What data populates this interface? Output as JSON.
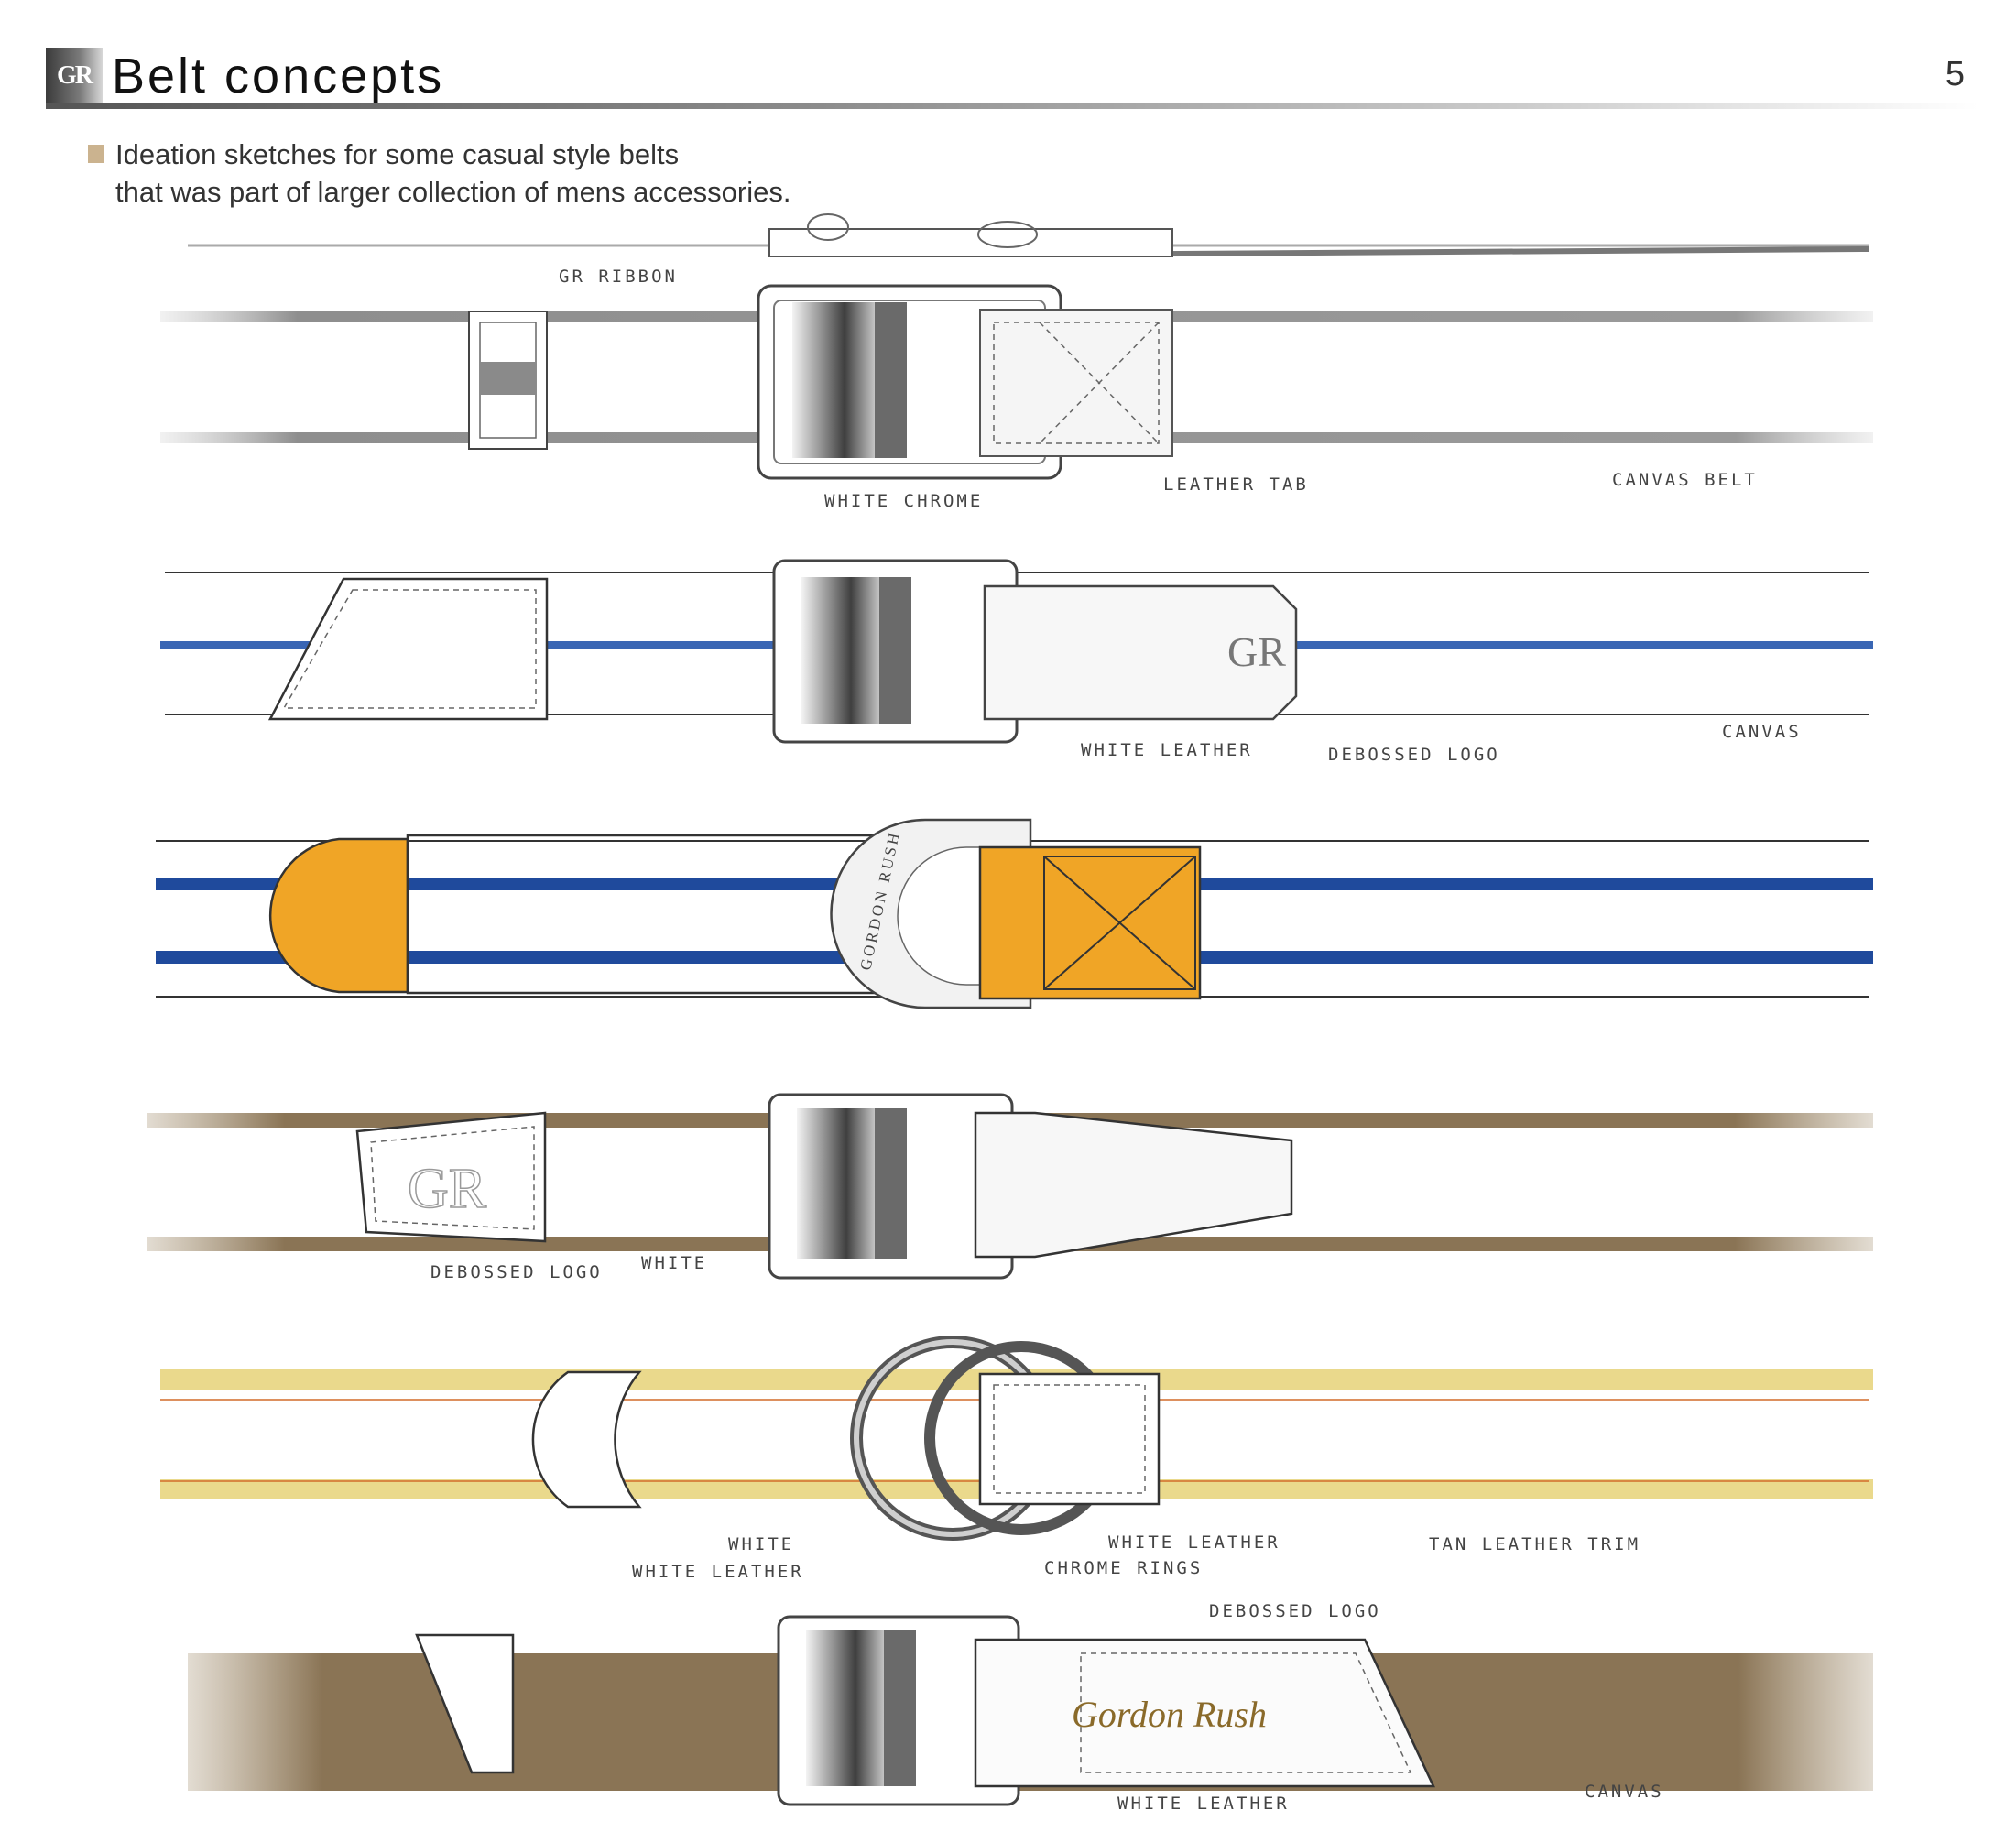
{
  "header": {
    "logo_text": "GR",
    "title": "Belt concepts",
    "page_number": "5"
  },
  "caption": {
    "line1": "Ideation sketches for some casual style belts",
    "line2": "that was part of larger collection of mens accessories."
  },
  "colors": {
    "grey_pencil": "#8a8a8a",
    "blue_stripe": "#3a66b4",
    "navy_stripe": "#1f4a9c",
    "orange_leather": "#f0a526",
    "brown_canvas": "#8a7455",
    "tan_trim": "#e9d98a",
    "chrome": "#9a9a9a"
  },
  "belts": [
    {
      "labels": [
        "GR RIBBON",
        "WHITE CHROME",
        "LEATHER TAB",
        "CANVAS BELT"
      ]
    },
    {
      "labels": [
        "WHITE LEATHER",
        "DEBOSSED LOGO",
        "CANVAS"
      ],
      "tab_logo": "GR"
    },
    {
      "ring_text": "GORDON RUSH"
    },
    {
      "labels": [
        "DEBOSSED LOGO",
        "WHITE"
      ],
      "tab_logo": "GR"
    },
    {
      "labels": [
        "WHITE",
        "WHITE LEATHER",
        "WHITE LEATHER",
        "CHROME RINGS",
        "TAN LEATHER TRIM"
      ]
    },
    {
      "labels": [
        "DEBOSSED LOGO",
        "WHITE LEATHER",
        "CANVAS"
      ],
      "script_logo": "Gordon Rush"
    }
  ]
}
